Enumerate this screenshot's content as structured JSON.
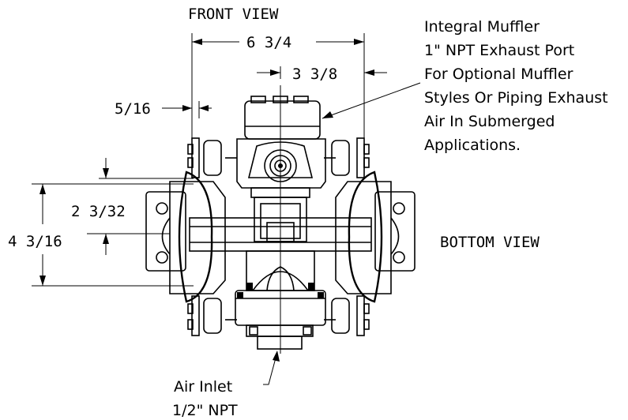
{
  "labels": {
    "front_view": "FRONT VIEW",
    "bottom_view": "BOTTOM VIEW",
    "overall_width": "6 3/4",
    "center_width": "3 3/8",
    "flange_thickness": "5/16",
    "half_height": "2 3/32",
    "overall_height": "4 3/16"
  },
  "notes": {
    "muffler": [
      "Integral Muffler",
      "1\" NPT Exhaust Port",
      "For Optional Muffler",
      "Styles Or Piping Exhaust",
      "Air In Submerged",
      "Applications."
    ],
    "air_inlet": [
      "Air Inlet",
      "1/2\" NPT"
    ]
  }
}
